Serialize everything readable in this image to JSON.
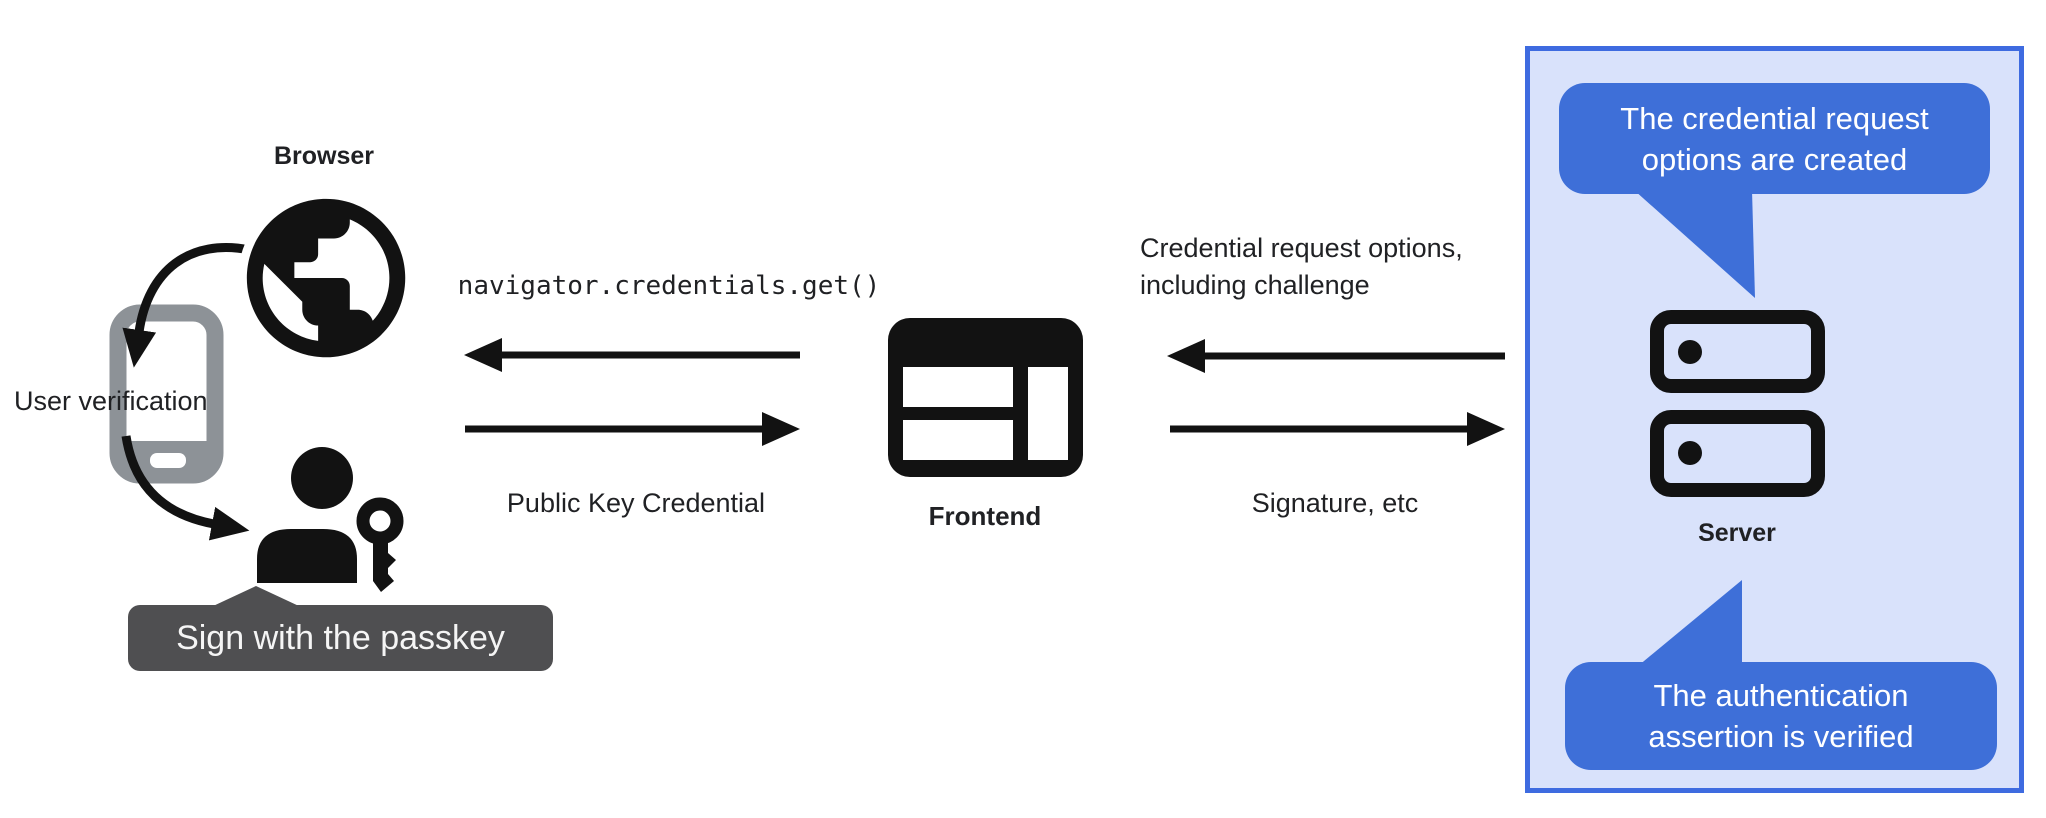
{
  "colors": {
    "accent_blue": "#3e6fd8",
    "panel_bg": "#d9e2fb",
    "panel_border": "#3e6be0",
    "tooltip_bg": "#4f4f51",
    "phone_gray": "#8d9297",
    "ink": "#202124",
    "icon_black": "#121212",
    "bubble_text": "#ffffff"
  },
  "left": {
    "browser_label": "Browser",
    "user_verification_label": "User verification",
    "passkey_tooltip": "Sign with the passkey"
  },
  "center": {
    "api_call": "navigator.credentials.get()",
    "public_key_credential": "Public Key Credential",
    "frontend_label": "Frontend"
  },
  "right": {
    "credential_request_line1": "Credential request options,",
    "credential_request_line2": "including challenge",
    "signature_label": "Signature, etc",
    "server_label": "Server",
    "bubble_top_line1": "The credential request",
    "bubble_top_line2": "options are created",
    "bubble_bottom_line1": "The authentication",
    "bubble_bottom_line2": "assertion is verified"
  }
}
